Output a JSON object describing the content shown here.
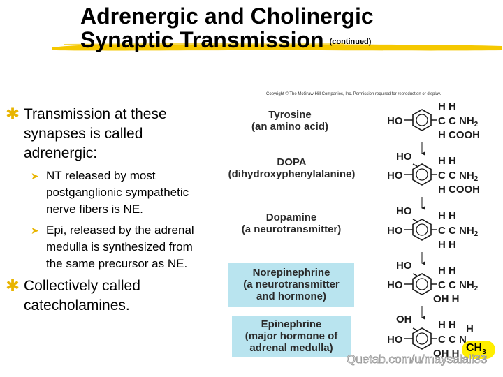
{
  "title": {
    "line1": "Adrenergic and Cholinergic",
    "line2": "Synaptic Transmission",
    "continued": "(continued)"
  },
  "bullets": {
    "marker": "✱",
    "sub_marker": "➤",
    "b1": "Transmission at these synapses is called adrenergic:",
    "b1_sub1": "NT released by most postganglionic sympathetic nerve fibers is NE.",
    "b1_sub2": "Epi, released by the adrenal medulla is synthesized from the same precursor as NE.",
    "b2": "Collectively called catecholamines."
  },
  "diagram": {
    "copyright": "Copyright © The McGraw-Hill Companies, Inc. Permission required for reproduction or display.",
    "tyrosine": {
      "name": "Tyrosine",
      "desc": "(an amino acid)"
    },
    "dopa": {
      "name": "DOPA",
      "desc": "(dihydroxyphenylalanine)"
    },
    "dopamine": {
      "name": "Dopamine",
      "desc": "(a neurotransmitter)"
    },
    "norepinephrine": {
      "name": "Norepinephrine",
      "desc1": "(a neurotransmitter",
      "desc2": "and hormone)"
    },
    "epinephrine": {
      "name": "Epinephrine",
      "desc1": "(major hormone of",
      "desc2": "adrenal medulla)"
    },
    "box_color": "#b9e4ef",
    "ch3": "CH",
    "ch3_sub": "3",
    "ch3_color": "#ffee00"
  },
  "watermark": "Quetab.com/u/maysalali33"
}
